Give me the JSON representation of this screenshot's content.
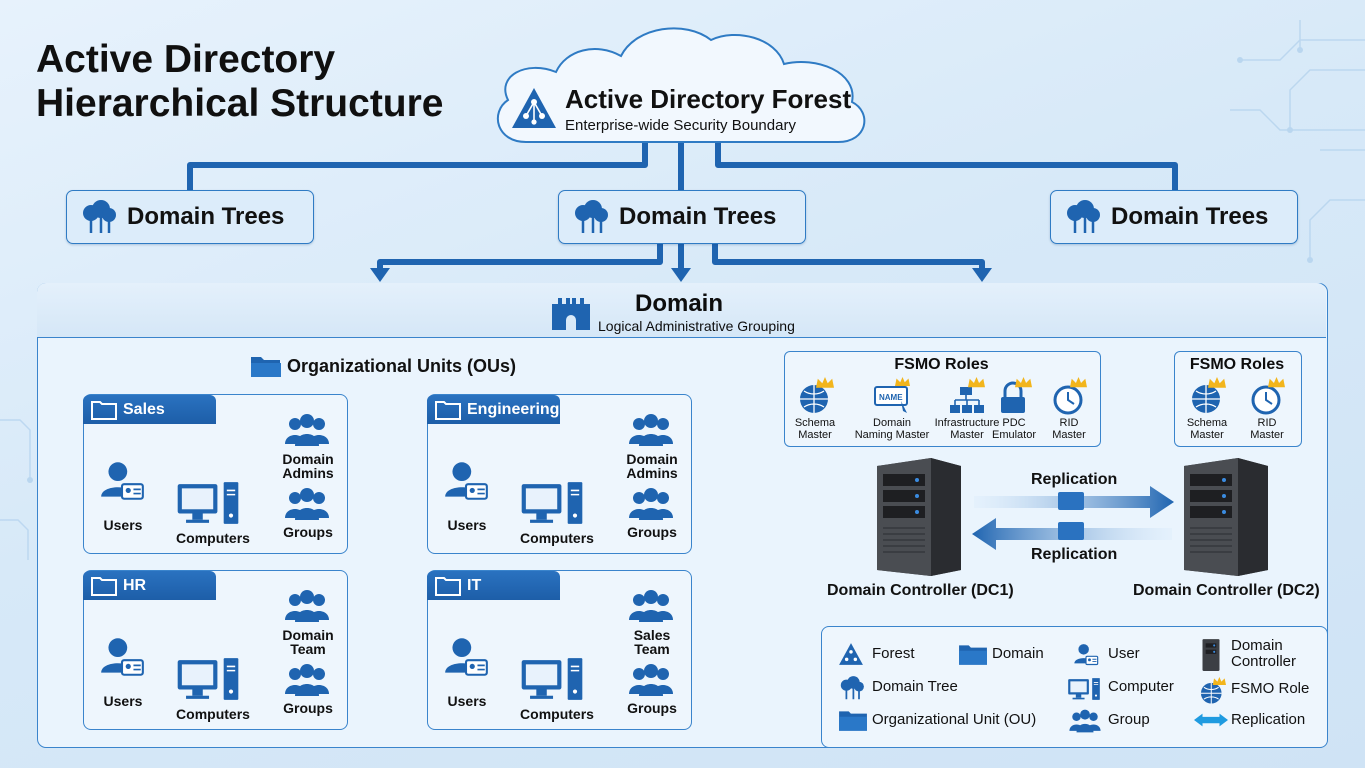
{
  "title": {
    "line1": "Active Directory",
    "line2": "Hierarchical Structure"
  },
  "forest": {
    "title": "Active Directory Forest",
    "subtitle": "Enterprise-wide Security Boundary"
  },
  "trees": [
    {
      "label": "Domain Trees"
    },
    {
      "label": "Domain Trees"
    },
    {
      "label": "Domain Trees"
    }
  ],
  "domain": {
    "title": "Domain",
    "subtitle": "Logical Administrative Grouping"
  },
  "ou_section": {
    "title": "Organizational Units (OUs)"
  },
  "ous": [
    {
      "name": "Sales",
      "users": "Users",
      "computers": "Computers",
      "admins": "Domain\nAdmins",
      "groups": "Groups"
    },
    {
      "name": "Engineering",
      "users": "Users",
      "computers": "Computers",
      "admins": "Domain\nAdmins",
      "groups": "Groups"
    },
    {
      "name": "HR",
      "users": "Users",
      "computers": "Computers",
      "admins": "Domain\nTeam",
      "groups": "Groups"
    },
    {
      "name": "IT",
      "users": "Users",
      "computers": "Computers",
      "admins": "Sales\nTeam",
      "groups": "Groups"
    }
  ],
  "fsmo1": {
    "title": "FSMO Roles",
    "roles": [
      {
        "label": "Schema\nMaster",
        "icon": "globe-crown-icon"
      },
      {
        "label": "Domain\nNaming Master",
        "icon": "name-tag-icon"
      },
      {
        "label": "Infrastructure\nMaster",
        "icon": "org-chart-icon"
      },
      {
        "label": "PDC\nEmulator",
        "icon": "lock-icon"
      },
      {
        "label": "RID\nMaster",
        "icon": "clock-icon"
      }
    ]
  },
  "fsmo2": {
    "title": "FSMO Roles",
    "roles": [
      {
        "label": "Schema\nMaster",
        "icon": "globe-crown-icon"
      },
      {
        "label": "RID\nMaster",
        "icon": "clock-icon"
      }
    ]
  },
  "replication": {
    "top": "Replication",
    "bottom": "Replication"
  },
  "dc1": {
    "label": "Domain Controller (DC1)"
  },
  "dc2": {
    "label": "Domain Controller (DC2)"
  },
  "legend": {
    "forest": "Forest",
    "domain": "Domain",
    "user": "User",
    "dc": "Domain\nController",
    "tree": "Domain Tree",
    "computer": "Computer",
    "fsmo": "FSMO Role",
    "ou": "Organizational Unit (OU)",
    "group": "Group",
    "replication": "Replication"
  },
  "colors": {
    "primary": "#1f64b0",
    "accent": "#2f7bc4",
    "crown": "#f2b51c",
    "panel": "#eef6fd"
  }
}
